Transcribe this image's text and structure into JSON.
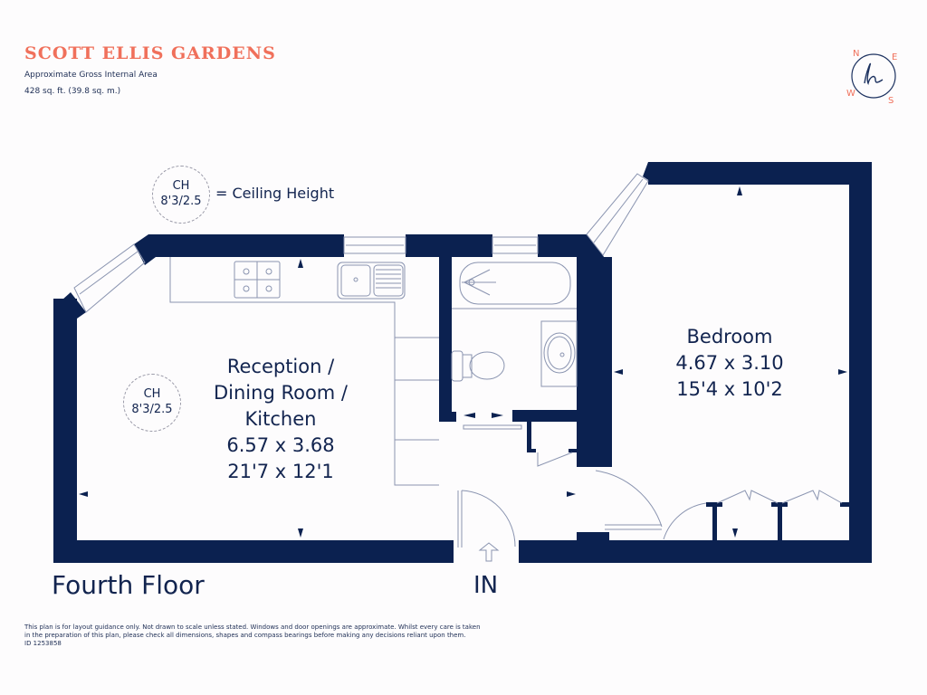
{
  "header": {
    "title": "SCOTT ELLIS GARDENS",
    "area_label": "Approximate Gross Internal Area",
    "area_value": "428 sq. ft. (39.8 sq. m.)"
  },
  "compass": {
    "n": "N",
    "e": "E",
    "s": "S",
    "w": "W",
    "logo_letter": "h",
    "accent_color": "#f0705b"
  },
  "legend": {
    "ch_label": "CH",
    "ch_value": "8'3/2.5",
    "ch_meaning": "= Ceiling Height"
  },
  "rooms": [
    {
      "name_lines": [
        "Reception /",
        "Dining Room /",
        "Kitchen"
      ],
      "metric": "6.57 x 3.68",
      "imperial": "21'7 x 12'1",
      "ceiling": {
        "label": "CH",
        "value": "8'3/2.5"
      }
    },
    {
      "name_lines": [
        "Bedroom"
      ],
      "metric": "4.67 x 3.10",
      "imperial": "15'4 x 10'2"
    }
  ],
  "floor": {
    "label": "Fourth Floor",
    "entrance_label": "IN"
  },
  "footer": {
    "line1": "This plan is for layout guidance only. Not drawn to scale unless stated. Windows and door openings are approximate. Whilst every care is taken",
    "line2": "in the preparation of this plan, please check all dimensions, shapes and compass bearings before making any decisions reliant upon them.",
    "id": "ID 1253858"
  },
  "colors": {
    "wall": "#0b2150",
    "title": "#f0705b",
    "text": "#12244f",
    "fixture_line": "#8a94b0"
  }
}
